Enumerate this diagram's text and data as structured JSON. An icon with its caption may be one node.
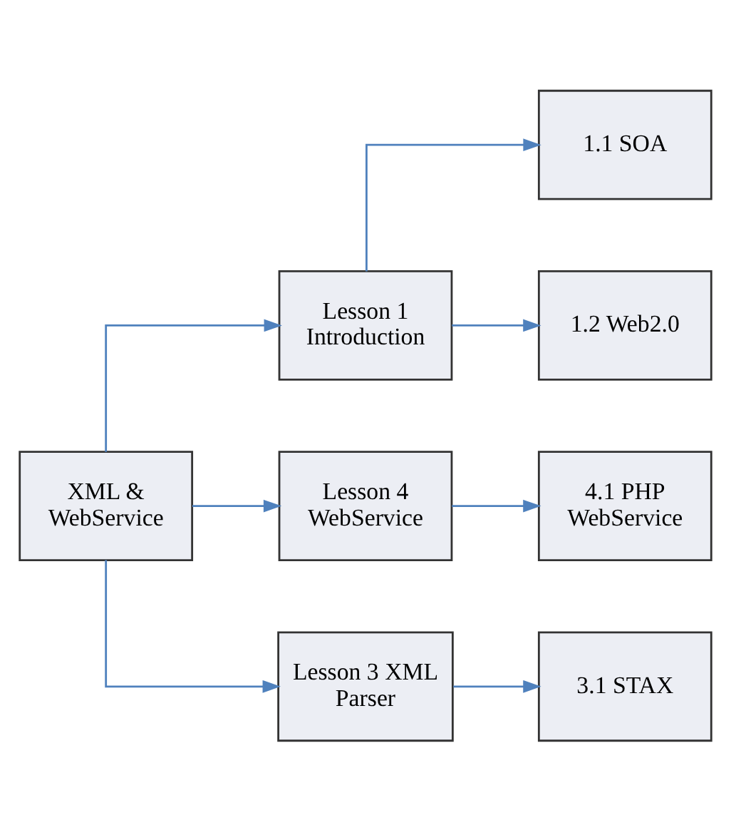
{
  "diagram": {
    "nodes": [
      {
        "text": [
          "XML & WebService"
        ]
      },
      {
        "text": [
          "Lesson 1 Introduction"
        ]
      },
      {
        "text": [
          "1.1 SOA"
        ]
      },
      {
        "text": [
          "1.2 Web2.0"
        ]
      },
      {
        "text": [
          "Lesson 4 WebService"
        ]
      },
      {
        "text": [
          "4.1 PHP WebService"
        ]
      },
      {
        "text": [
          "Lesson 3 XML Parser"
        ]
      },
      {
        "text": [
          "3.1 STAX"
        ]
      }
    ],
    "edges": [
      {
        "from": 0,
        "to": 1,
        "arrow": "to"
      },
      {
        "from": 0,
        "to": 4,
        "arrow": "to"
      },
      {
        "from": 0,
        "to": 6,
        "arrow": "to"
      },
      {
        "from": 1,
        "to": 2,
        "arrow": "to"
      },
      {
        "from": 1,
        "to": 3,
        "arrow": "to"
      },
      {
        "from": 4,
        "to": 5,
        "arrow": "to"
      },
      {
        "from": 6,
        "to": 7,
        "arrow": "to"
      }
    ]
  }
}
